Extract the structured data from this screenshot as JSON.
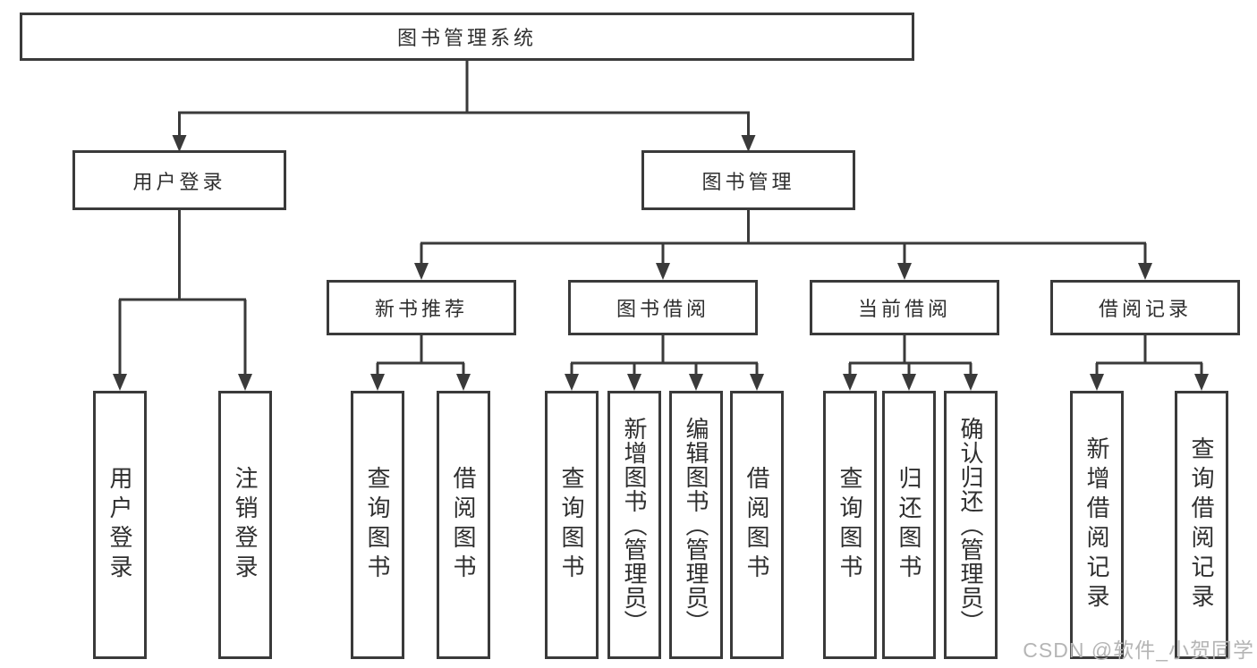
{
  "diagram": {
    "root": "图书管理系统",
    "level2": {
      "user_login": "用户登录",
      "book_management": "图书管理"
    },
    "level3": {
      "new_book_recommend": "新书推荐",
      "book_borrow": "图书借阅",
      "current_borrow": "当前借阅",
      "borrow_record": "借阅记录"
    },
    "leaves": {
      "user_login": [
        "用户登录",
        "注销登录"
      ],
      "new_book_recommend": [
        "查询图书",
        "借阅图书"
      ],
      "book_borrow": [
        "查询图书",
        "新增图书（管理员）",
        "编辑图书（管理员）",
        "借阅图书"
      ],
      "current_borrow": [
        "查询图书",
        "归还图书",
        "确认归还（管理员）"
      ],
      "borrow_record": [
        "新增借阅记录",
        "查询借阅记录"
      ]
    }
  },
  "watermark": {
    "text": "CSDN @软件_小贺同学",
    "color": "#b5b5b5"
  },
  "colors": {
    "line": "#3a3a3a",
    "box_border": "#3a3a3a",
    "text": "#2f2f2f",
    "background": "#ffffff"
  }
}
